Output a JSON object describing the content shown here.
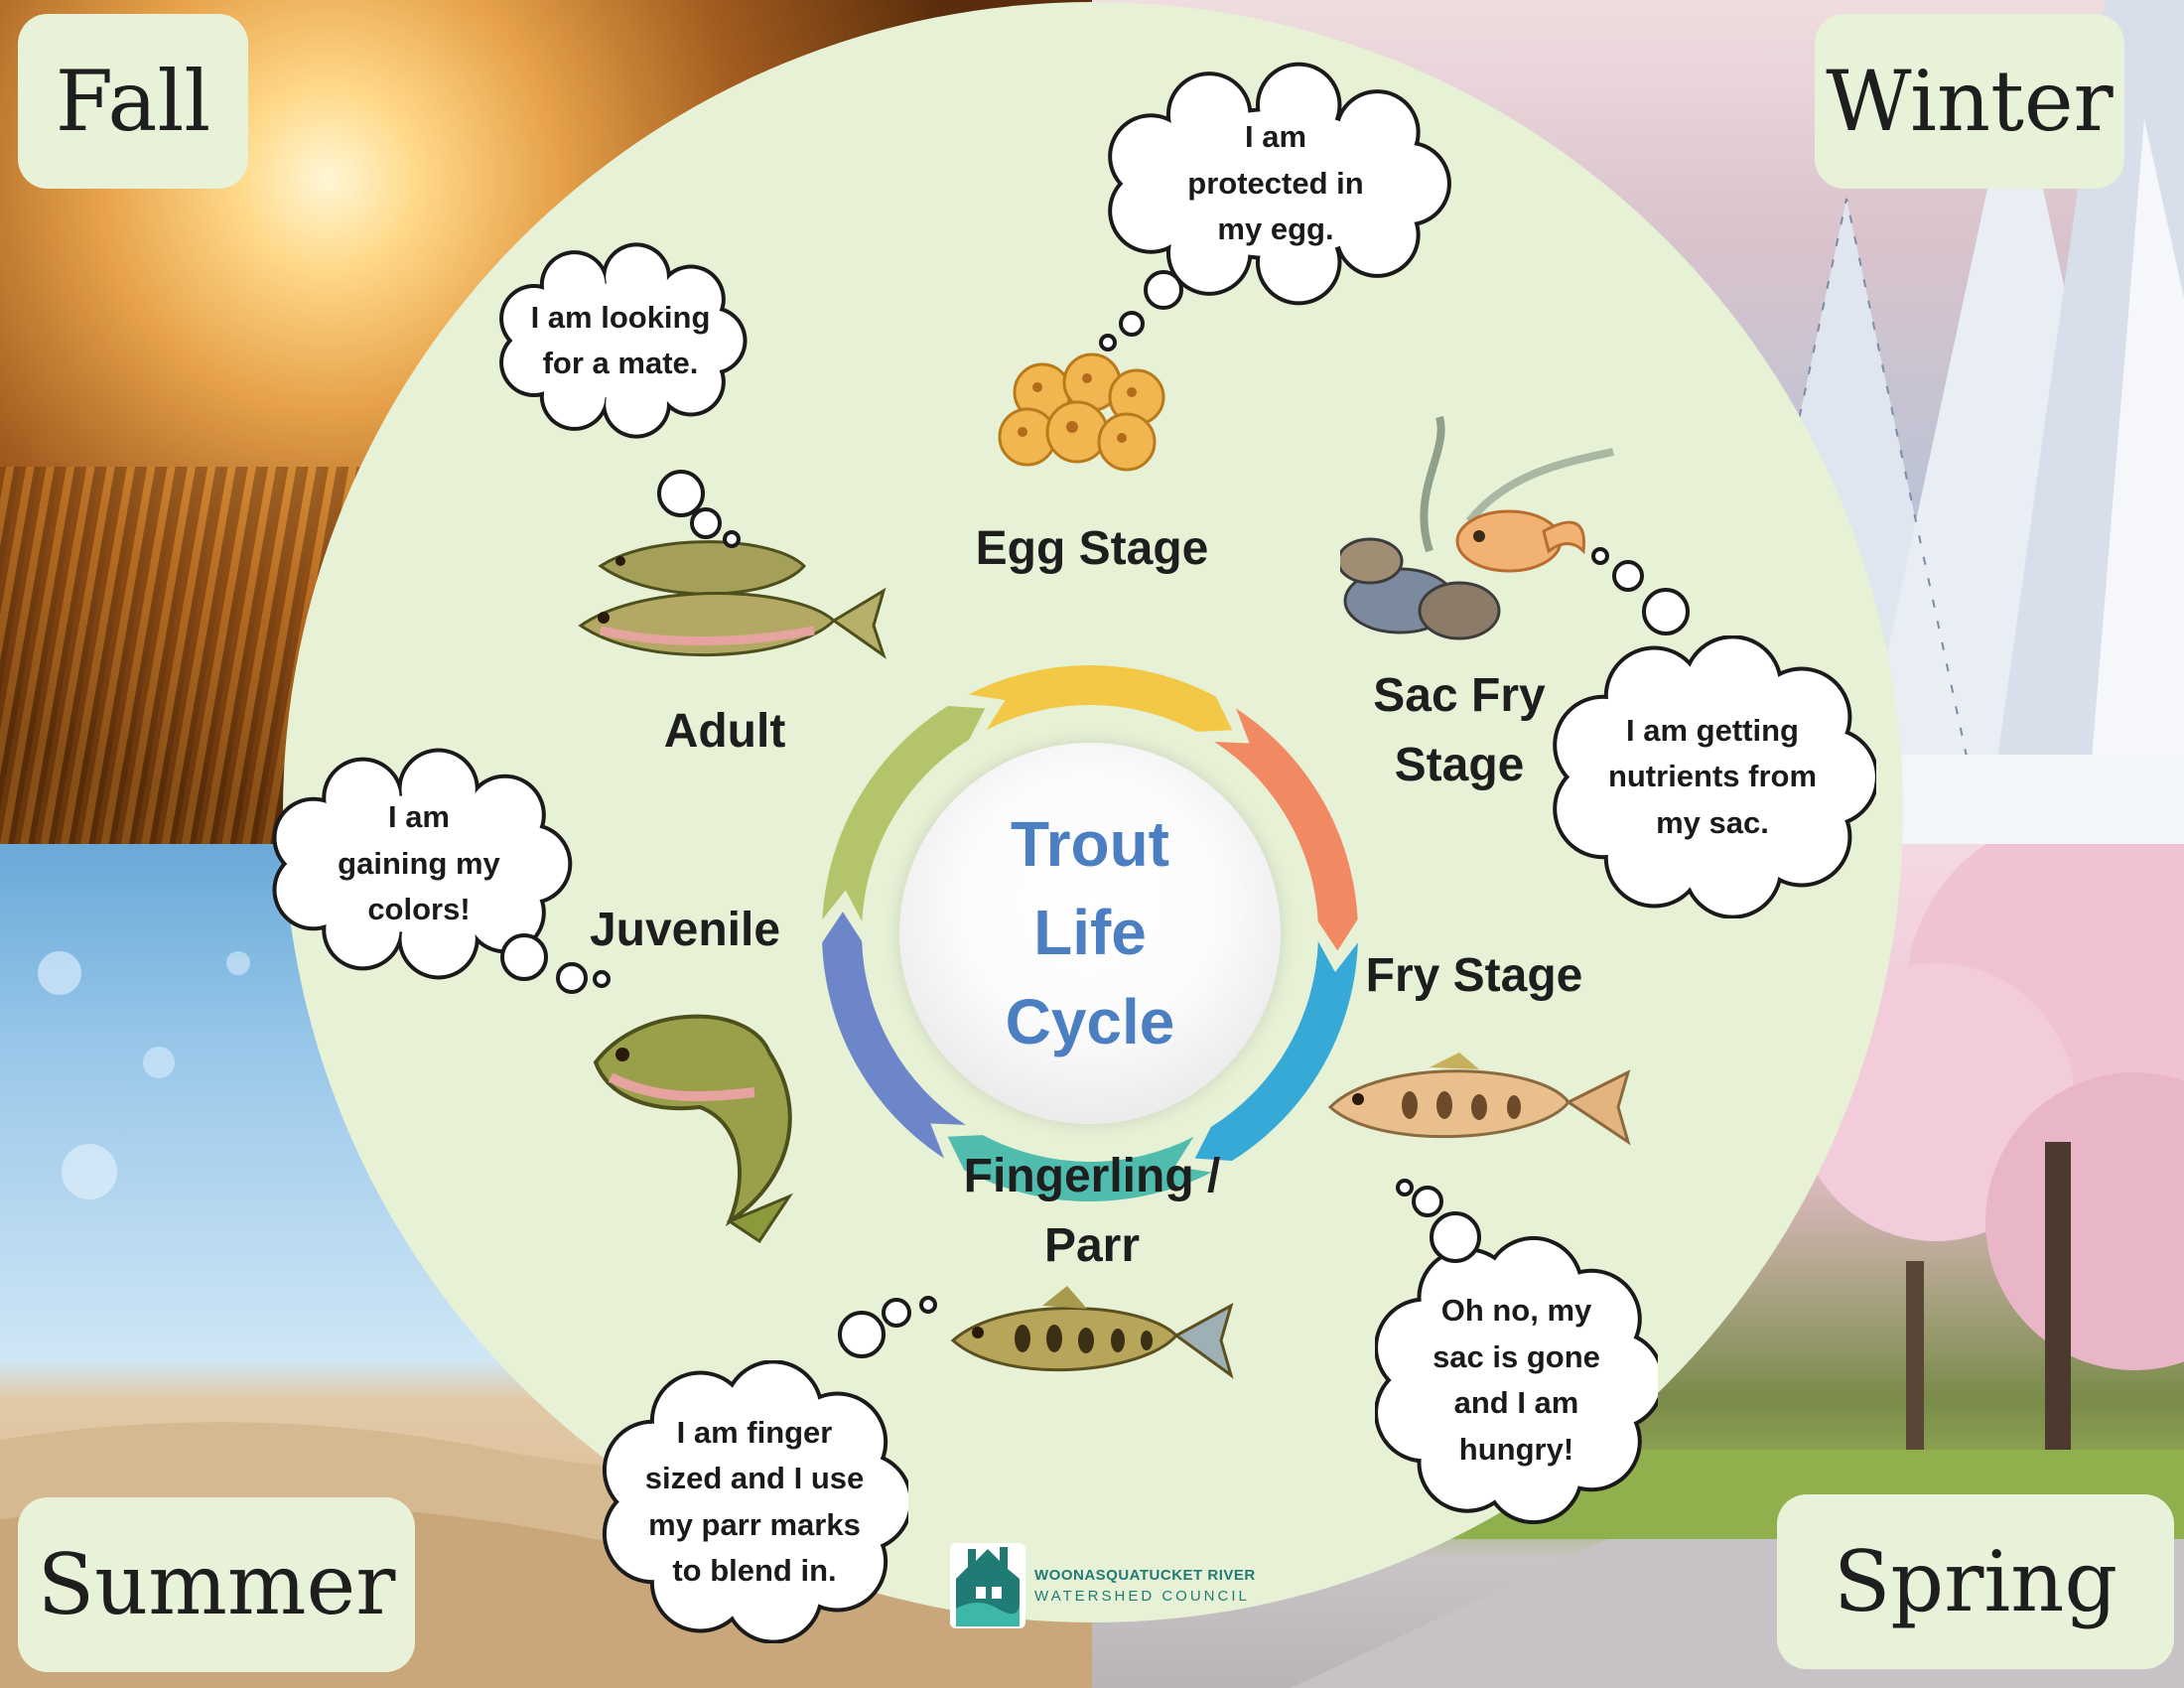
{
  "seasons": {
    "fall": "Fall",
    "winter": "Winter",
    "summer": "Summer",
    "spring": "Spring"
  },
  "center": {
    "title": "Trout\nLife\nCycle"
  },
  "stages": {
    "egg": "Egg Stage",
    "sac_fry": "Sac Fry\nStage",
    "fry": "Fry Stage",
    "fingerling": "Fingerling /\nParr",
    "juvenile": "Juvenile",
    "adult": "Adult"
  },
  "thoughts": {
    "egg": "I am\nprotected in\nmy egg.",
    "sac_fry": "I am getting\nnutrients from\nmy sac.",
    "fry": "Oh no, my\nsac is gone\nand I am\nhungry!",
    "fingerling": "I am finger\nsized and I use\nmy parr marks\nto blend in.",
    "juvenile": "I am\ngaining my\ncolors!",
    "adult": "I am looking\nfor a mate."
  },
  "logo": {
    "line1": "WOONASQUATUCKET RIVER",
    "line2": "WATERSHED COUNCIL"
  },
  "colors": {
    "disc": "#e7f1d6",
    "season_box": "#e8f2d8",
    "center_title": "#4b7fc1",
    "arc_yellow": "#f3c846",
    "arc_orange": "#f18a62",
    "arc_blue": "#36a9d6",
    "arc_teal": "#4fbcae",
    "arc_indigo": "#6d86c9",
    "arc_green": "#b3c46a",
    "logo": "#1f7b74"
  }
}
